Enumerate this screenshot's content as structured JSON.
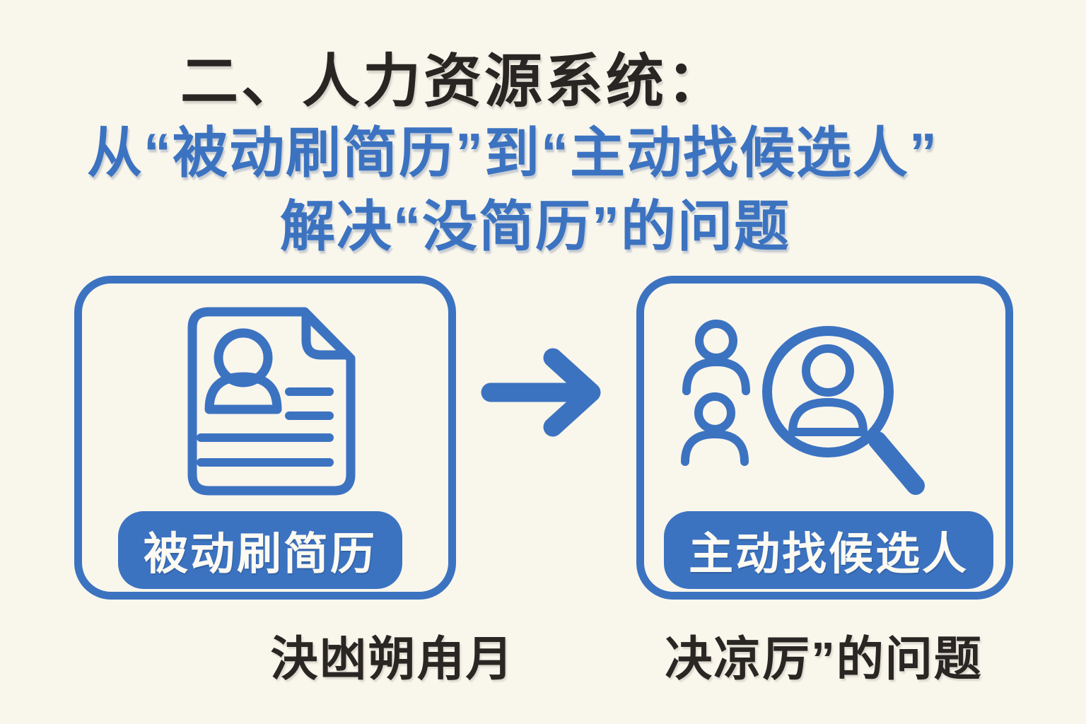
{
  "colors": {
    "background": "#f9f6ec",
    "accent_blue": "#3c73c1",
    "ink_black": "#292523",
    "pill_text_white": "#fcfaf2"
  },
  "header": {
    "title": "二、人力资源系统：",
    "subtitle_line1": "从“被动刷简历”到“主动找候选人”",
    "subtitle_line2": "解决“没简历”的问题"
  },
  "flow": {
    "left_card": {
      "icon": "resume-document-icon",
      "label": "被动刷简历",
      "caption": "決凼朔甪月"
    },
    "arrow_icon": "right-arrow-icon",
    "right_card": {
      "icon": "candidate-search-icon",
      "label": "主动找候选人",
      "caption": "决凉厉”的问题"
    }
  }
}
